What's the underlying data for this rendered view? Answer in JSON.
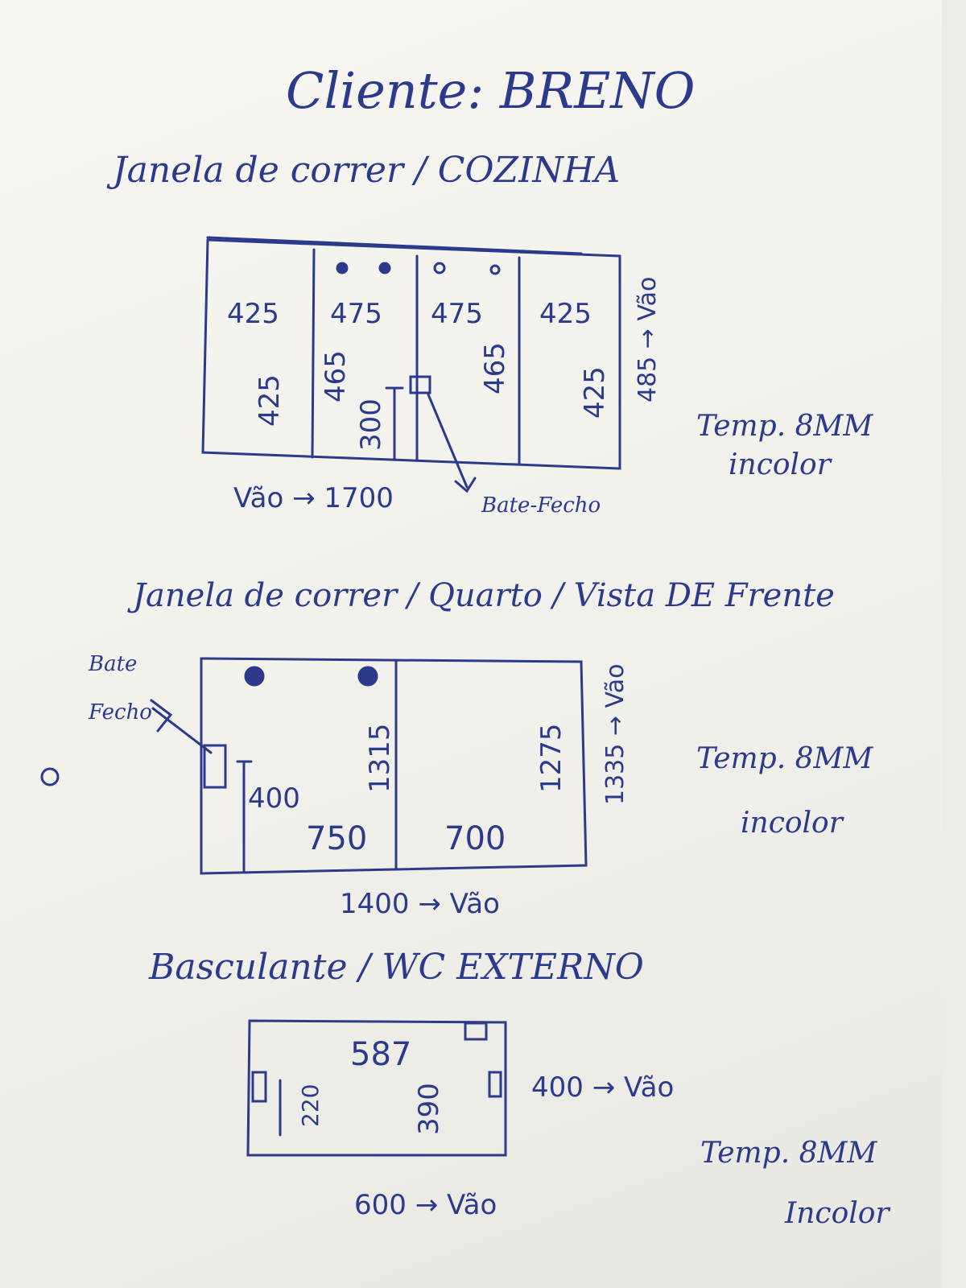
{
  "client": "Cliente: BRENO",
  "window1": {
    "title": "Janela de correr / COZINHA",
    "panel_widths": [
      "425",
      "475",
      "475",
      "425"
    ],
    "panel_heights": [
      "425",
      "465",
      "465",
      "425"
    ],
    "right_height": "485 → Vão",
    "lock_height": "300",
    "width_label": "Vão → 1700",
    "lock_label": "Bate-Fecho",
    "glass_note": [
      "Temp. 8MM",
      "incolor"
    ]
  },
  "window2": {
    "title": "Janela de correr / Quarto / Vista DE Frente",
    "lock_label": [
      "Bate",
      "Fecho"
    ],
    "lock_height": "400",
    "left_panel_height": "1315",
    "right_panel_height": "1275",
    "left_width": "750",
    "right_width": "700",
    "right_height": "1335 → Vão",
    "width_label": "1400 → Vão",
    "glass_note": [
      "Temp. 8MM",
      "incolor"
    ]
  },
  "window3": {
    "title": "Basculante / WC EXTERNO",
    "top_width": "587",
    "left_height": "220",
    "inner_height": "390",
    "right_height": "400 → Vão",
    "width_label": "600 → Vão",
    "glass_note": [
      "Temp. 8MM",
      "Incolor"
    ]
  },
  "colors": {
    "ink": "#2c3a8c",
    "paper": "#f5f4ef"
  }
}
